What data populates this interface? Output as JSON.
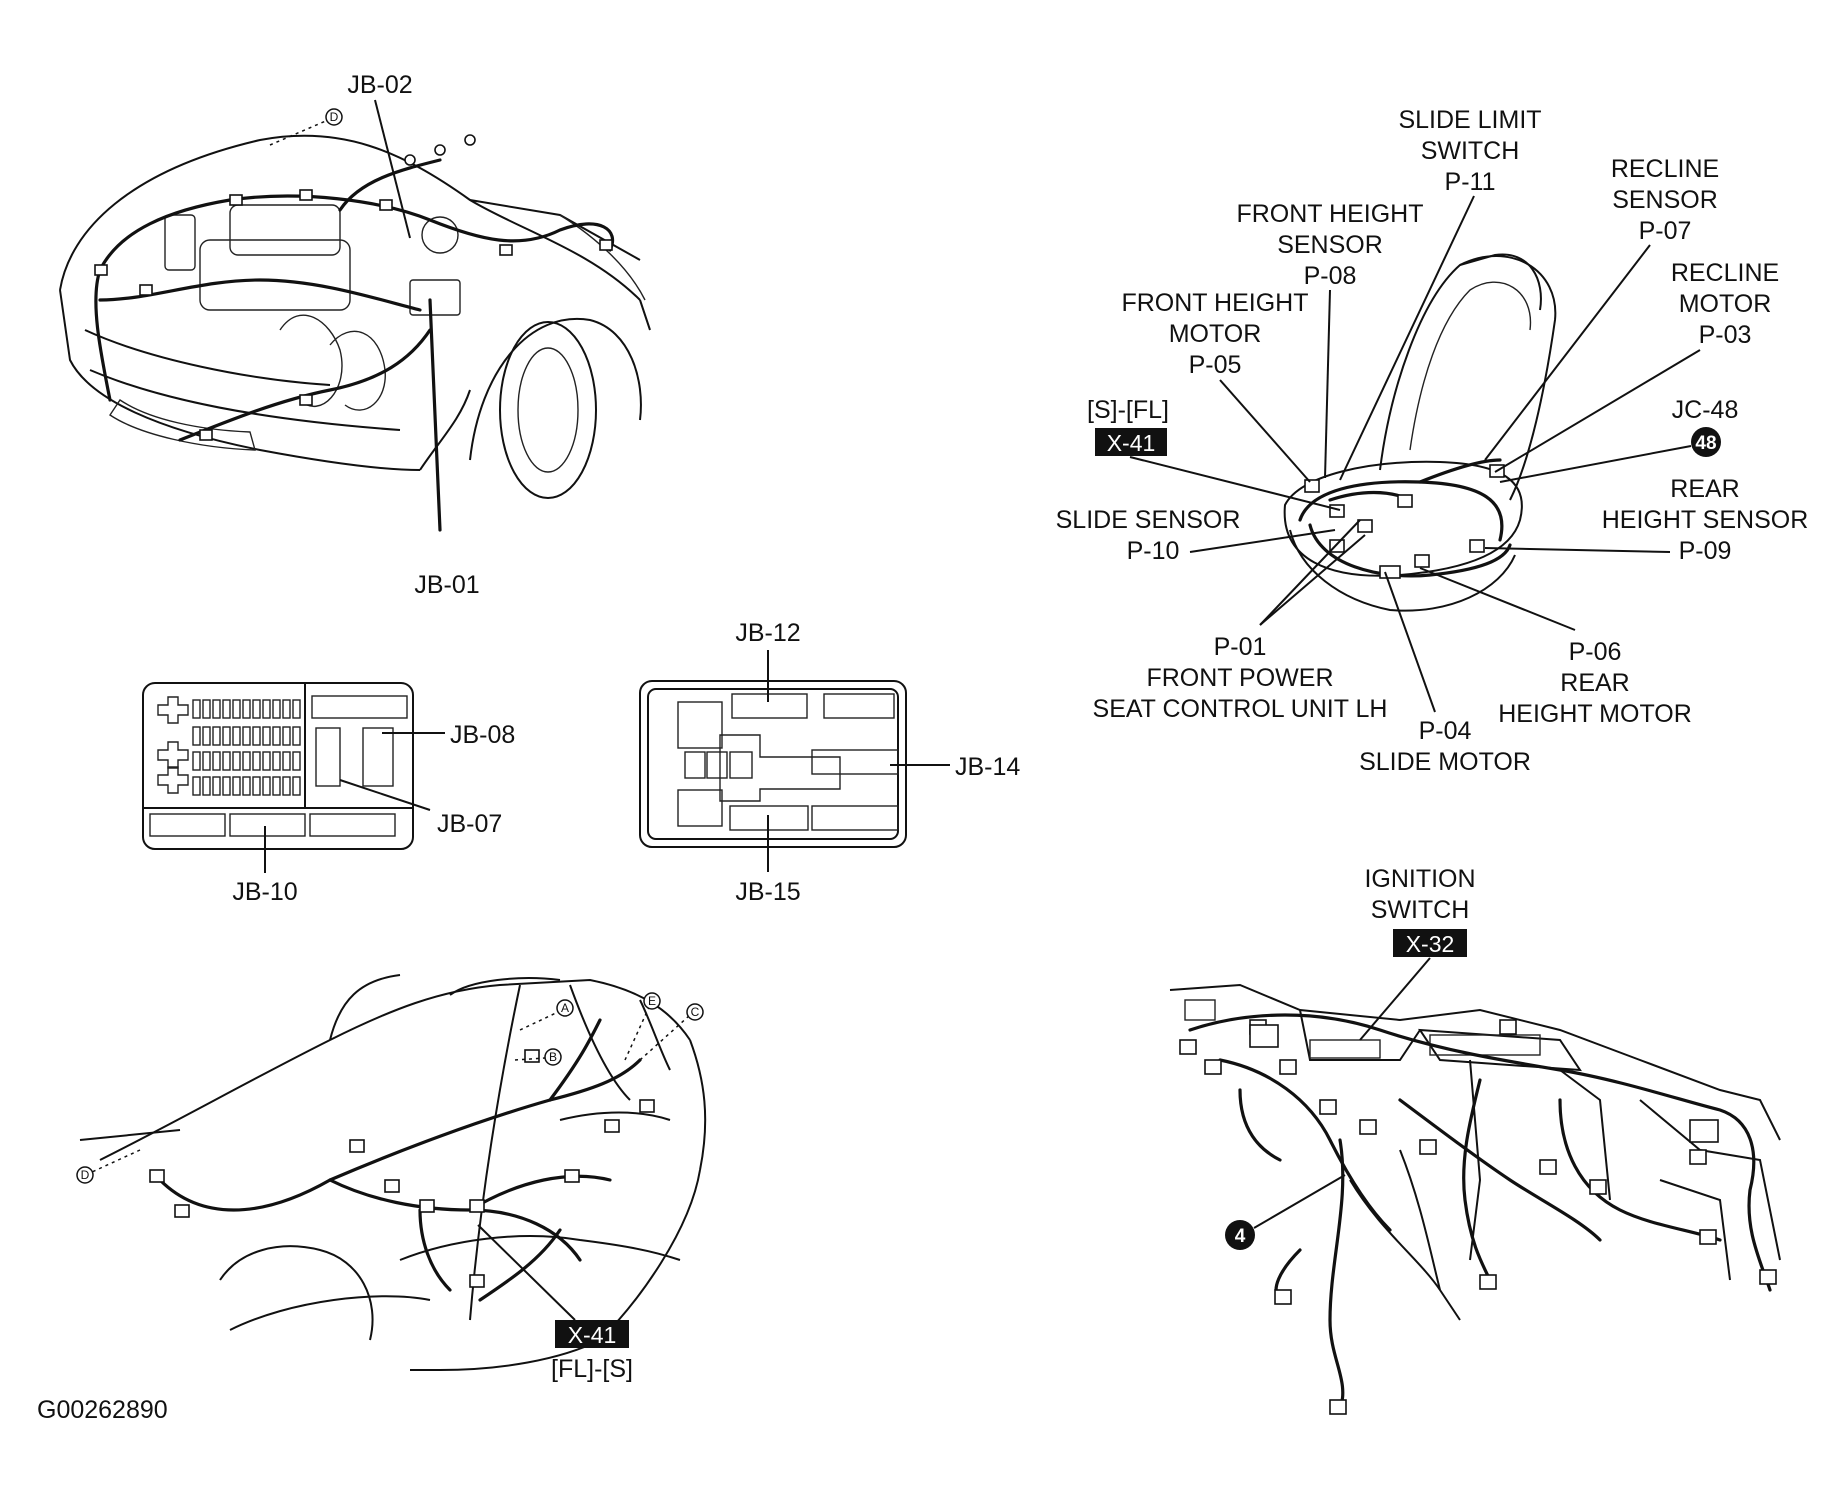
{
  "engine_view": {
    "callouts": {
      "jb02": "JB-02",
      "jb01": "JB-01"
    },
    "markers": {
      "d": "D"
    }
  },
  "junction_block_left": {
    "callouts": {
      "jb08": "JB-08",
      "jb07": "JB-07",
      "jb10": "JB-10"
    }
  },
  "junction_block_right": {
    "callouts": {
      "jb12": "JB-12",
      "jb14": "JB-14",
      "jb15": "JB-15"
    }
  },
  "seat_view": {
    "slide_limit_switch": [
      "SLIDE LIMIT",
      "SWITCH",
      "P-11"
    ],
    "recline_sensor": [
      "RECLINE",
      "SENSOR",
      "P-07"
    ],
    "front_height_sensor": [
      "FRONT HEIGHT",
      "SENSOR",
      "P-08"
    ],
    "recline_motor": [
      "RECLINE",
      "MOTOR",
      "P-03"
    ],
    "front_height_motor": [
      "FRONT HEIGHT",
      "MOTOR",
      "P-05"
    ],
    "s_fl": "[S]-[FL]",
    "x41_box": "X-41",
    "jc48": "JC-48",
    "jc48_circle": "48",
    "rear_height_sensor": [
      "REAR",
      "HEIGHT SENSOR",
      "P-09"
    ],
    "slide_sensor": [
      "SLIDE SENSOR",
      "P-10"
    ],
    "front_power": [
      "P-01",
      "FRONT POWER",
      "SEAT CONTROL UNIT LH"
    ],
    "rear_height_motor": [
      "P-06",
      "REAR",
      "HEIGHT MOTOR"
    ],
    "slide_motor": [
      "P-04",
      "SLIDE MOTOR"
    ]
  },
  "body_view": {
    "markers": {
      "a": "A",
      "b": "B",
      "c": "C",
      "d": "D",
      "e": "E"
    },
    "x41_box": "X-41",
    "fl_s": "[FL]-[S]"
  },
  "dash_view": {
    "ignition_switch": [
      "IGNITION",
      "SWITCH"
    ],
    "x32_box": "X-32",
    "circle_4": "4"
  },
  "figure_id": "G00262890"
}
